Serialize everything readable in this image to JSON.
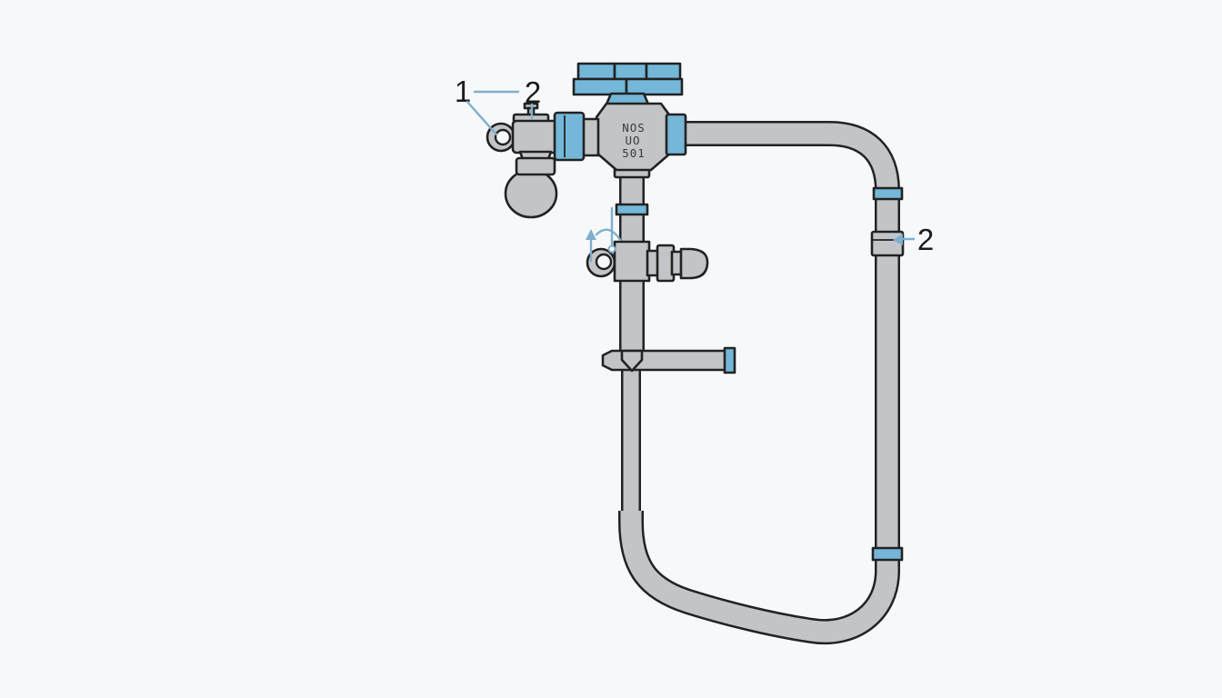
{
  "diagram": {
    "description": "Technical illustration of a flushometer-style control valve with stop valve, vacuum breaker tee and supply pipe loop",
    "valve_marking": {
      "line1": "NOS",
      "line2": "UO",
      "line3": "501"
    },
    "callouts": {
      "one": {
        "number": "1",
        "points_to": "pull-ring of stop valve"
      },
      "two_top": {
        "number": "2",
        "points_to": "bonnet cap of stop valve"
      },
      "two_right": {
        "number": "2",
        "points_to": "union coupling on supply riser"
      }
    },
    "colors": {
      "background": "#f7f8fa",
      "pipe_fill": "#c3c4c7",
      "pipe_outline": "#222222",
      "fitting_blue": "#74b7d8",
      "leader_blue": "#7fafcd",
      "label_text": "#1c1c1c",
      "marking_text": "#3a3a3a"
    }
  }
}
